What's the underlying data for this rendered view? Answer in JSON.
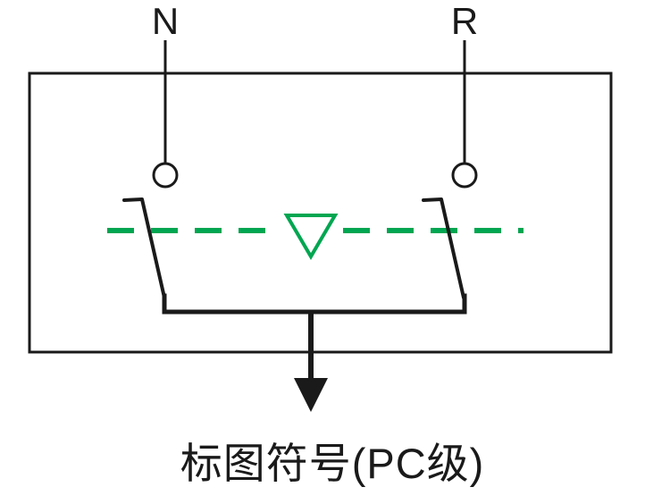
{
  "diagram": {
    "terminal_left": "N",
    "terminal_right": "R",
    "caption": "标图符号(PC级)",
    "colors": {
      "line": "#1a1a1a",
      "green": "#00a651",
      "background": "#ffffff"
    }
  }
}
